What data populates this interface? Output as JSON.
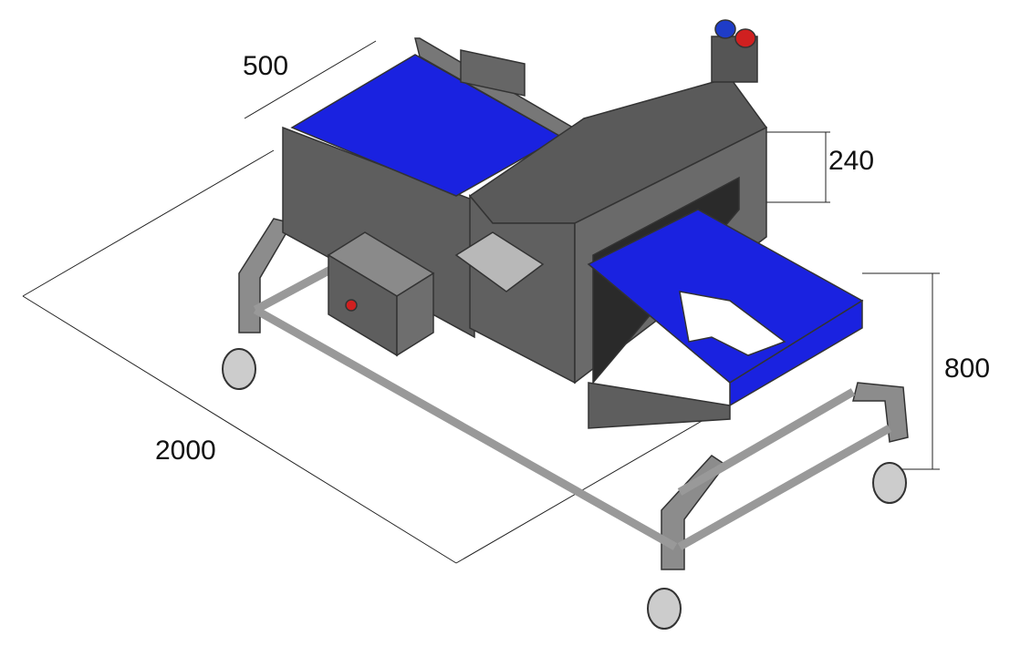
{
  "dimensions": {
    "width": "500",
    "tunnel_height": "240",
    "height": "800",
    "length": "2000"
  },
  "colors": {
    "belt": "#1a22e0",
    "steel": "#6b6b6b",
    "steel_light": "#9a9a9a",
    "beacon_blue": "#1e3cc8",
    "beacon_red": "#d02020"
  }
}
